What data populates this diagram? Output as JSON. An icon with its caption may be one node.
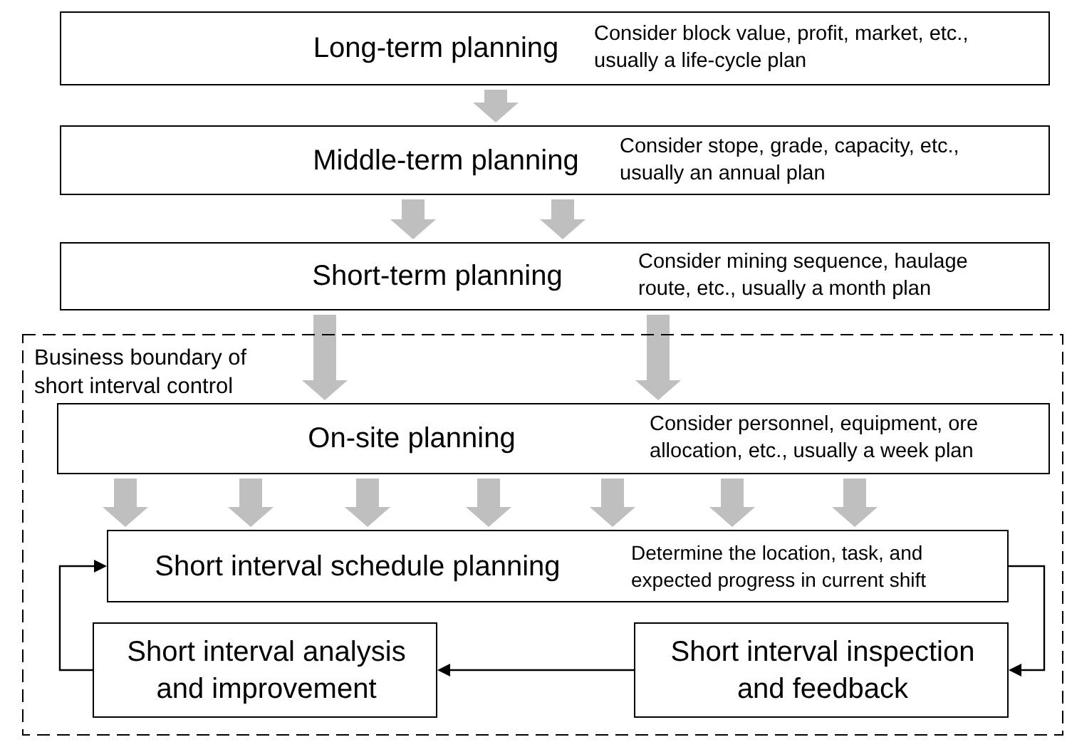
{
  "diagram": {
    "nodes": [
      {
        "text": [
          "Long-term planning",
          "Consider block value, profit, market, etc., usually a life-cycle plan"
        ]
      },
      {
        "text": [
          "Middle-term planning",
          "Consider stope, grade, capacity, etc., usually an annual plan"
        ]
      },
      {
        "text": [
          "Short-term planning",
          "Consider mining sequence, haulage route, etc., usually a month plan"
        ]
      },
      {
        "text": [
          "Business boundary of short interval control"
        ]
      },
      {
        "text": [
          "On-site planning",
          "Consider personnel, equipment, ore allocation, etc., usually a week plan"
        ],
        "in": 3
      },
      {
        "text": [
          "Short interval schedule planning",
          "Determine the location, task, and expected progress in current shift"
        ],
        "in": 3
      },
      {
        "text": [
          "Short interval analysis and improvement"
        ],
        "in": 3
      },
      {
        "text": [
          "Short interval inspection and feedback"
        ],
        "in": 3
      }
    ],
    "edges": [
      {
        "from": 0,
        "to": 1,
        "arrow": "to"
      },
      {
        "from": 1,
        "to": 2,
        "arrow": "to"
      },
      {
        "from": 1,
        "to": 2,
        "arrow": "to"
      },
      {
        "from": 2,
        "to": 4,
        "arrow": "to"
      },
      {
        "from": 2,
        "to": 4,
        "arrow": "to"
      },
      {
        "from": 4,
        "to": 5,
        "arrow": "to"
      },
      {
        "from": 4,
        "to": 5,
        "arrow": "to"
      },
      {
        "from": 4,
        "to": 5,
        "arrow": "to"
      },
      {
        "from": 4,
        "to": 5,
        "arrow": "to"
      },
      {
        "from": 4,
        "to": 5,
        "arrow": "to"
      },
      {
        "from": 4,
        "to": 5,
        "arrow": "to"
      },
      {
        "from": 4,
        "to": 5,
        "arrow": "to"
      },
      {
        "from": 5,
        "to": 7,
        "arrow": "to",
        "color": "#000000"
      },
      {
        "from": 7,
        "to": 6,
        "arrow": "to",
        "color": "#000000"
      },
      {
        "from": 6,
        "to": 5,
        "arrow": "to",
        "color": "#000000"
      }
    ]
  }
}
